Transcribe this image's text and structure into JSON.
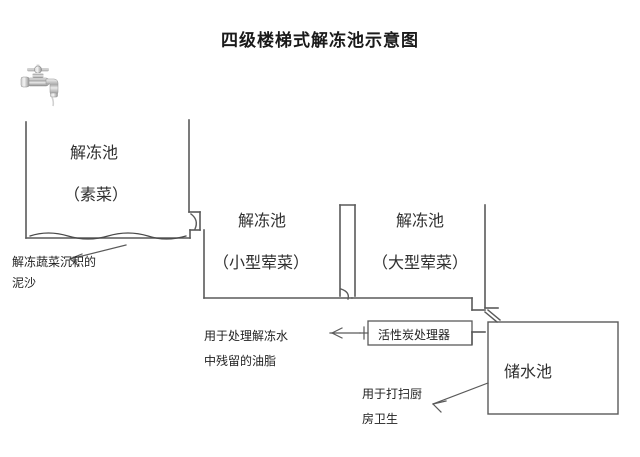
{
  "title": "四级楼梯式解冻池示意图",
  "diagram": {
    "type": "process-flow-schematic",
    "orientation": "left-to-right cascading steps",
    "stroke_color": "#5a5a5a",
    "text_color": "#2f2f2f",
    "background": "#ffffff"
  },
  "faucet": {
    "name": "faucet-icon",
    "alt": "水龙头"
  },
  "pools": [
    {
      "id": "pool-1",
      "name": "解冻池",
      "sub": "（素菜）",
      "level": 1
    },
    {
      "id": "pool-2",
      "name": "解冻池",
      "sub": "（小型荤菜）",
      "level": 2
    },
    {
      "id": "pool-3",
      "name": "解冻池",
      "sub": "（大型荤菜）",
      "level": 3
    }
  ],
  "storage_pool": {
    "id": "storage-pool",
    "name": "储水池",
    "level": 4
  },
  "carbon_box": {
    "id": "carbon-processor",
    "label": "活性炭处理器"
  },
  "annotations": [
    {
      "id": "sediment-note",
      "lines": [
        "解冻蔬菜沉积的",
        "泥沙"
      ],
      "points_to": "pool-1-bottom"
    },
    {
      "id": "grease-note",
      "lines": [
        "用于处理解冻水",
        "中残留的油脂"
      ],
      "points_to": "carbon-processor"
    },
    {
      "id": "cleaning-note",
      "lines": [
        "用于打扫厨",
        "房卫生"
      ],
      "points_to": "storage-pool"
    }
  ]
}
